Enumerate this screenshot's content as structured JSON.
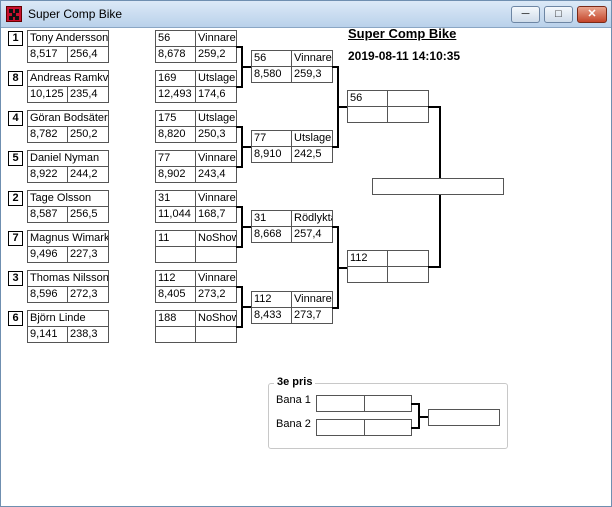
{
  "window": {
    "title": "Super Comp Bike"
  },
  "header": {
    "title": "Super Comp Bike",
    "datetime": "2019-08-11 14:10:35"
  },
  "round1": [
    {
      "seed": "1",
      "name": "Tony Andersson",
      "time": "8,517",
      "speed": "256,4"
    },
    {
      "seed": "8",
      "name": "Andreas Ramkvist",
      "time": "10,125",
      "speed": "235,4"
    },
    {
      "seed": "4",
      "name": "Göran Bodsäter",
      "time": "8,782",
      "speed": "250,2"
    },
    {
      "seed": "5",
      "name": "Daniel Nyman",
      "time": "8,922",
      "speed": "244,2"
    },
    {
      "seed": "2",
      "name": "Tage Olsson",
      "time": "8,587",
      "speed": "256,5"
    },
    {
      "seed": "7",
      "name": "Magnus Wimark",
      "time": "9,496",
      "speed": "227,3"
    },
    {
      "seed": "3",
      "name": "Thomas Nilsson",
      "time": "8,596",
      "speed": "272,3"
    },
    {
      "seed": "6",
      "name": "Björn Linde",
      "time": "9,141",
      "speed": "238,3"
    }
  ],
  "round2": [
    {
      "num": "56",
      "result": "Vinnare",
      "time": "8,678",
      "speed": "259,2"
    },
    {
      "num": "169",
      "result": "Utslagen",
      "time": "12,493",
      "speed": "174,6"
    },
    {
      "num": "175",
      "result": "Utslagen",
      "time": "8,820",
      "speed": "250,3"
    },
    {
      "num": "77",
      "result": "Vinnare",
      "time": "8,902",
      "speed": "243,4"
    },
    {
      "num": "31",
      "result": "Vinnare",
      "time": "11,044",
      "speed": "168,7"
    },
    {
      "num": "11",
      "result": "NoShow",
      "time": "",
      "speed": ""
    },
    {
      "num": "112",
      "result": "Vinnare",
      "time": "8,405",
      "speed": "273,2"
    },
    {
      "num": "188",
      "result": "NoShow",
      "time": "",
      "speed": ""
    }
  ],
  "round3": [
    {
      "num": "56",
      "result": "Vinnare",
      "time": "8,580",
      "speed": "259,3"
    },
    {
      "num": "77",
      "result": "Utslagen",
      "time": "8,910",
      "speed": "242,5"
    },
    {
      "num": "31",
      "result": "Rödlykta",
      "time": "8,668",
      "speed": "257,4"
    },
    {
      "num": "112",
      "result": "Vinnare",
      "time": "8,433",
      "speed": "273,7"
    }
  ],
  "round4": [
    {
      "num": "56",
      "result": "",
      "time": "",
      "speed": ""
    },
    {
      "num": "112",
      "result": "",
      "time": "",
      "speed": ""
    }
  ],
  "final": {
    "value": ""
  },
  "third_place": {
    "title": "3e pris",
    "lanes": [
      {
        "label": "Bana 1",
        "num": "",
        "result": ""
      },
      {
        "label": "Bana 2",
        "num": "",
        "result": ""
      }
    ],
    "winner": ""
  }
}
